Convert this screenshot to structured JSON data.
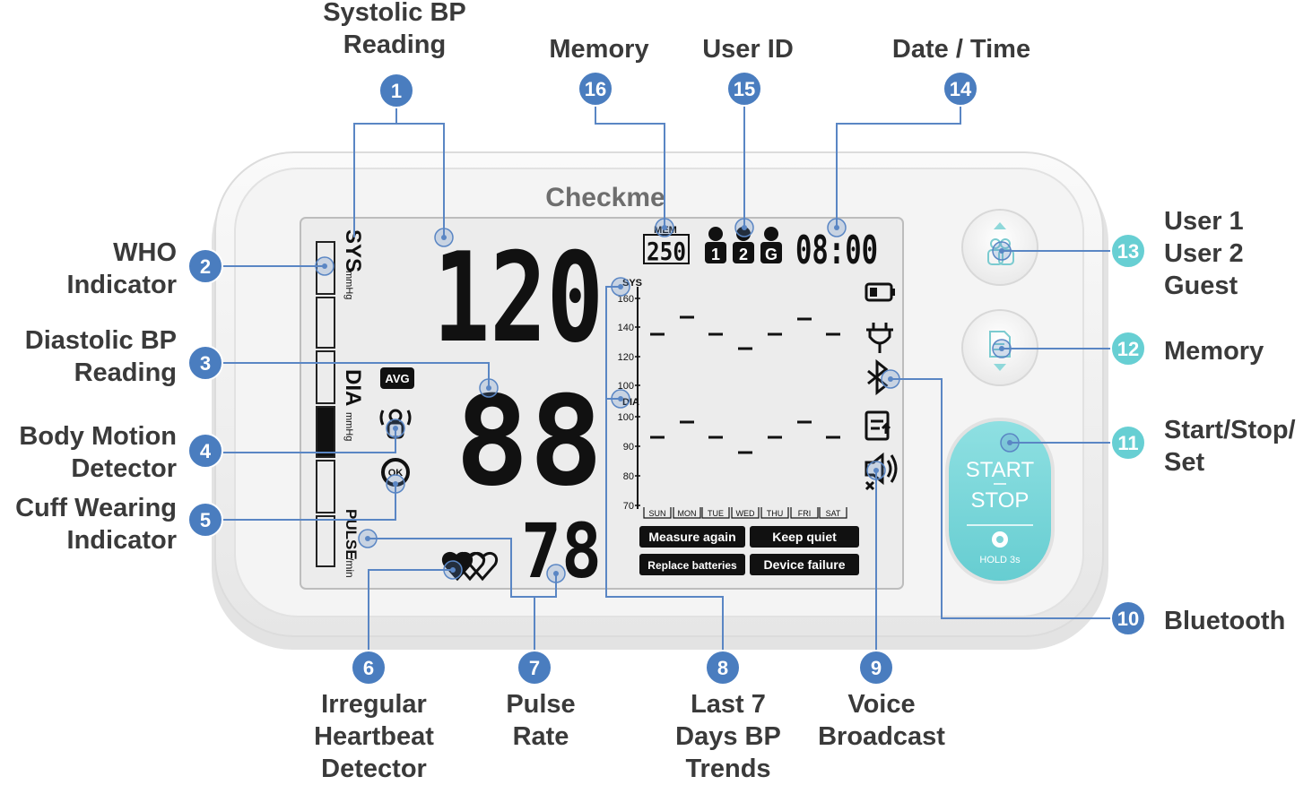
{
  "device": {
    "brand": "Checkme",
    "lcd": {
      "systolic": "120",
      "diastolic": "88",
      "pulse": "78",
      "memory_tag": "MEM",
      "memory_count": "250",
      "users": [
        "1",
        "2",
        "G"
      ],
      "time": "08:00",
      "sys_label": "SYS",
      "dia_label": "DIA",
      "pulse_label": "PULSE",
      "mmhg_unit": "mmHg",
      "pulse_unit": "/min",
      "avg_label": "AVG",
      "ok_label": "OK",
      "trend_sys_label": "SYS",
      "trend_dia_label": "DIA",
      "sys_ticks": [
        "160",
        "140",
        "120",
        "100"
      ],
      "dia_ticks": [
        "100",
        "90",
        "80",
        "70"
      ],
      "days": [
        "SUN",
        "MON",
        "TUE",
        "WED",
        "THU",
        "FRI",
        "SAT"
      ],
      "messages": [
        "Measure again",
        "Keep quiet",
        "Replace batteries",
        "Device failure"
      ]
    },
    "buttons": {
      "start": "START",
      "stop": "STOP",
      "hold": "HOLD 3s"
    }
  },
  "annotations": [
    {
      "number": "1",
      "label": "Systolic BP\nReading",
      "color": "#4a7dbf"
    },
    {
      "number": "2",
      "label": "WHO\nIndicator",
      "color": "#4a7dbf"
    },
    {
      "number": "3",
      "label": "Diastolic BP\nReading",
      "color": "#4a7dbf"
    },
    {
      "number": "4",
      "label": "Body Motion\nDetector",
      "color": "#4a7dbf"
    },
    {
      "number": "5",
      "label": "Cuff Wearing\nIndicator",
      "color": "#4a7dbf"
    },
    {
      "number": "6",
      "label": "Irregular\nHeartbeat\nDetector",
      "color": "#4a7dbf"
    },
    {
      "number": "7",
      "label": "Pulse\nRate",
      "color": "#4a7dbf"
    },
    {
      "number": "8",
      "label": "Last 7\nDays BP\nTrends",
      "color": "#4a7dbf"
    },
    {
      "number": "9",
      "label": "Voice\nBroadcast",
      "color": "#4a7dbf"
    },
    {
      "number": "10",
      "label": "Bluetooth",
      "color": "#4a7dbf"
    },
    {
      "number": "11",
      "label": "Start/Stop/\nSet",
      "color": "#67cfd3"
    },
    {
      "number": "12",
      "label": "Memory",
      "color": "#67cfd3"
    },
    {
      "number": "13",
      "label": "User 1\nUser 2\nGuest",
      "color": "#67cfd3"
    },
    {
      "number": "14",
      "label": "Date / Time",
      "color": "#4a7dbf"
    },
    {
      "number": "15",
      "label": "User ID",
      "color": "#4a7dbf"
    },
    {
      "number": "16",
      "label": "Memory",
      "color": "#4a7dbf"
    }
  ],
  "colors": {
    "callout_blue": "#4a7dbf",
    "callout_teal": "#67cfd3",
    "line": "#5a86c4",
    "lcd_bg": "#ececec",
    "case": "#f5f5f5"
  }
}
